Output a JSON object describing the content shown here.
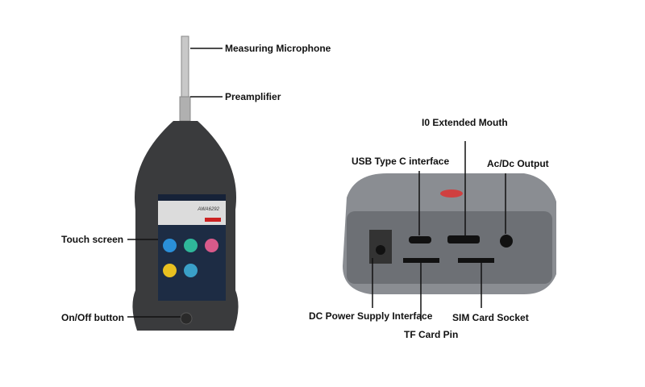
{
  "labels": {
    "microphone": "Measuring Microphone",
    "preamplifier": "Preamplifier",
    "touch_screen": "Touch screen",
    "on_off": "On/Off button",
    "io_mouth": "I0 Extended Mouth",
    "usb_c": "USB Type C  interface",
    "acdc": "Ac/Dc Output",
    "dc_power": "DC Power Supply Interface",
    "tf_card": "TF Card Pin",
    "sim_card": "SIM Card Socket"
  },
  "screen": {
    "model": "AWA6292"
  },
  "app_colors": [
    "#2a8fd8",
    "#2fb79a",
    "#d85a8a",
    "#e8c020",
    "#3aa0c8"
  ]
}
